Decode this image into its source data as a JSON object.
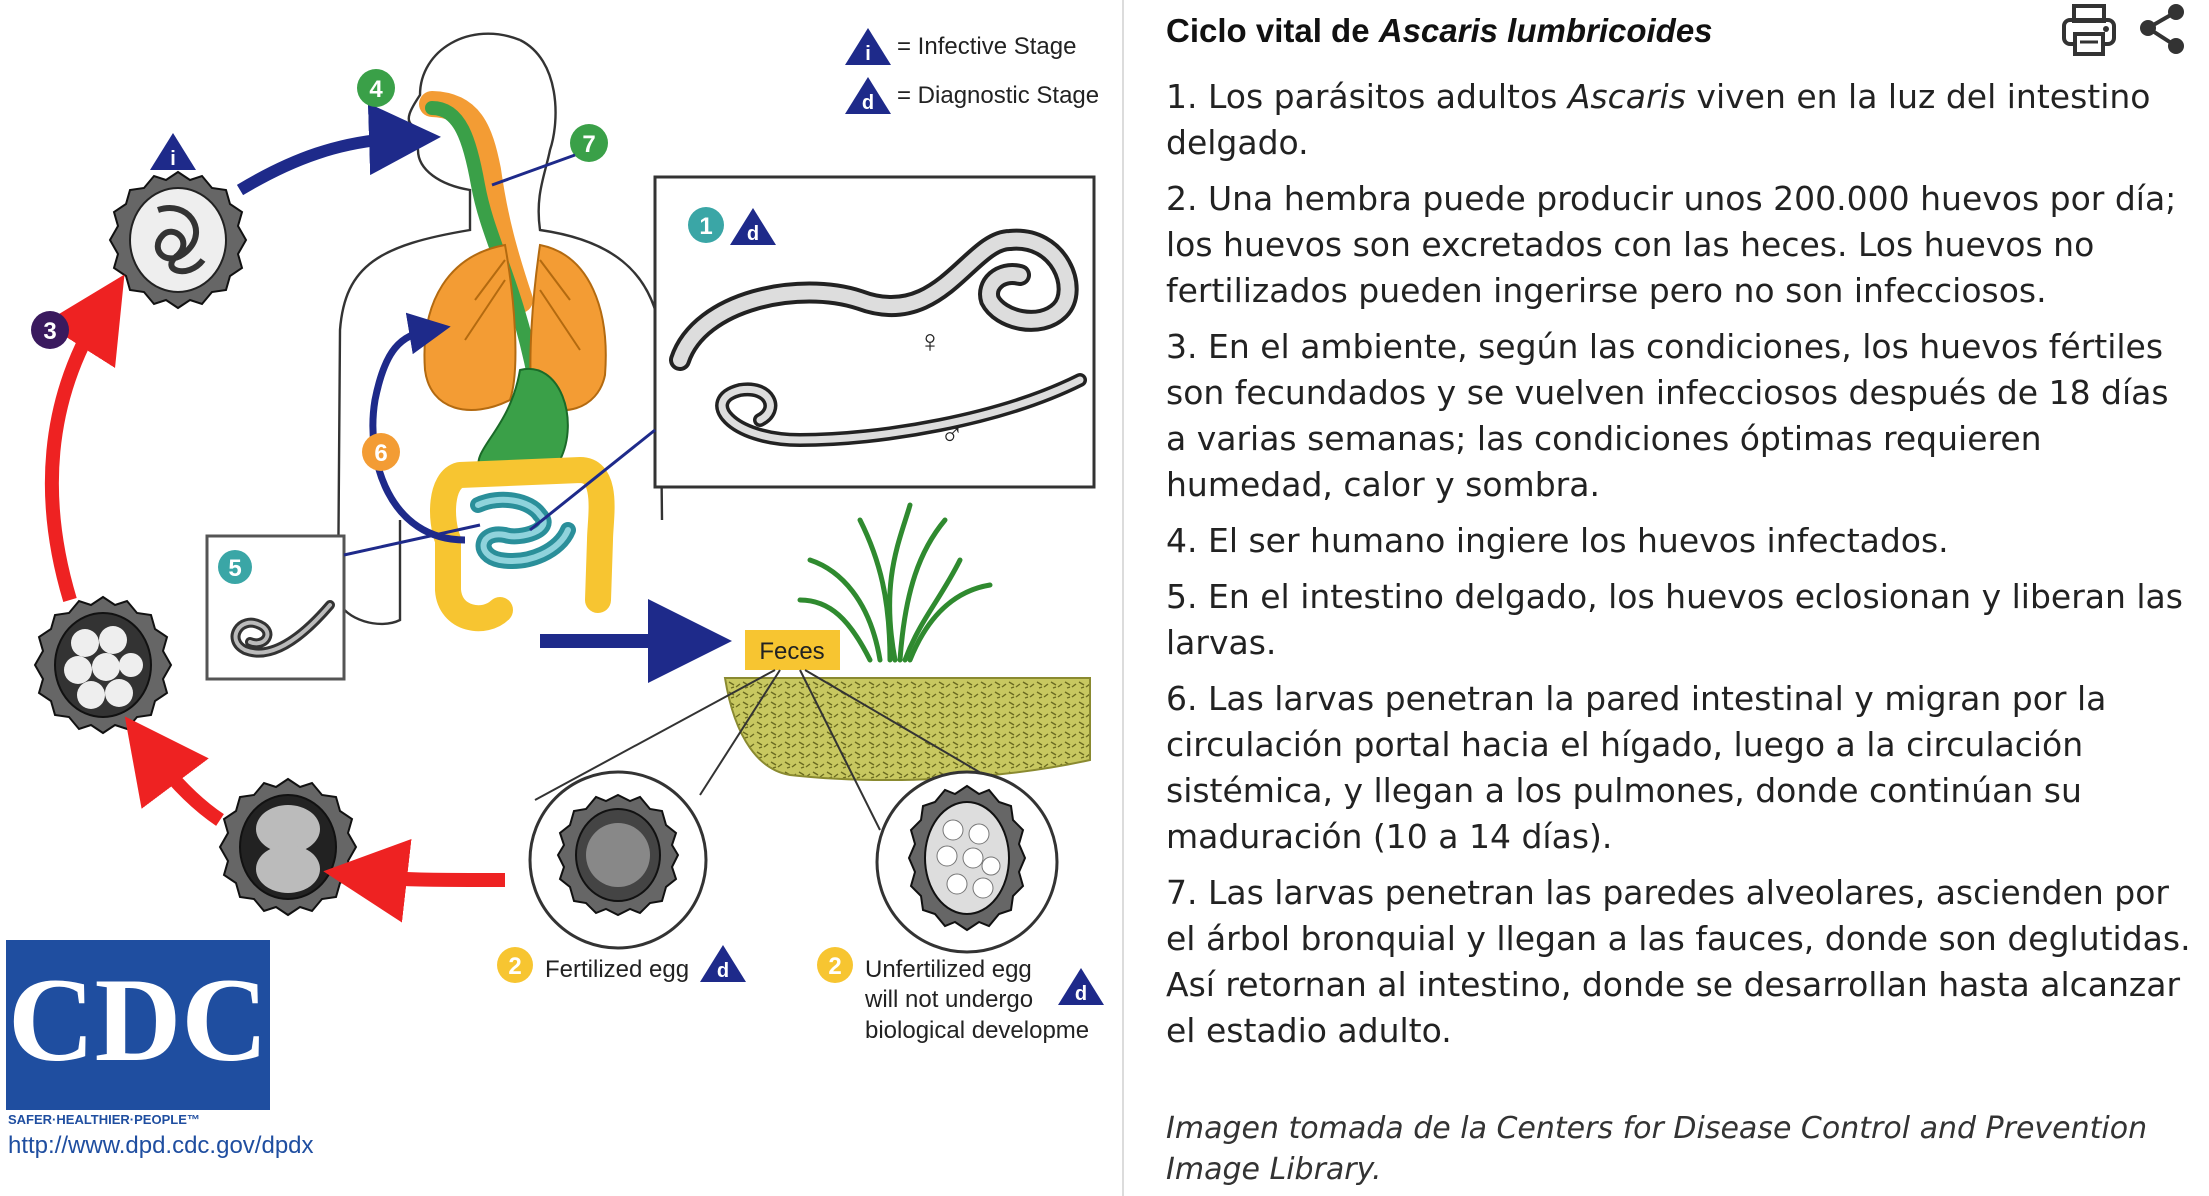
{
  "figure": {
    "legend": {
      "infective_symbol": "i",
      "infective_label": "= Infective Stage",
      "diagnostic_symbol": "d",
      "diagnostic_label": "= Diagnostic Stage"
    },
    "stage_numbers": [
      "1",
      "2",
      "3",
      "4",
      "5",
      "6",
      "7"
    ],
    "labels": {
      "feces": "Feces",
      "fertilized_egg": "Fertilized egg",
      "unfertilized_line1": "Unfertilized egg",
      "unfertilized_line2": "will not undergo",
      "unfertilized_line3": "biological developme",
      "female_symbol": "♀",
      "male_symbol": "♂"
    },
    "logo": {
      "text": "CDC",
      "tagline": "SAFER·HEALTHIER·PEOPLE™",
      "url": "http://www.dpd.cdc.gov/dpdx"
    },
    "colors": {
      "infective_blue": "#1e2a8a",
      "arrow_red": "#ee2222",
      "stage3_purple": "#3a1a5e",
      "stage4_green": "#3aa048",
      "stage6_orange": "#f39c34",
      "stage2_yellow": "#f7c531",
      "stage1_teal": "#3aa6a6"
    }
  },
  "article": {
    "title_prefix": "Ciclo vital de ",
    "title_species": "Ascaris lumbricoides",
    "toolbar": {
      "print_icon": "printer-icon",
      "share_icon": "share-icon"
    },
    "steps": [
      {
        "before": "1. Los parásitos adultos ",
        "italic": "Ascaris",
        "after": " viven en la luz del intestino delgado."
      },
      {
        "before": "2. Una hembra puede producir unos 200.000 huevos por día; los huevos son excretados con las heces. Los huevos no fertilizados pueden ingerirse pero no son infecciosos.",
        "italic": "",
        "after": ""
      },
      {
        "before": "3. En el ambiente, según las condiciones, los huevos fértiles son fecundados y se vuelven infecciosos después de 18 días a varias semanas; las condiciones óptimas requieren humedad, calor y sombra.",
        "italic": "",
        "after": ""
      },
      {
        "before": "4. El ser humano ingiere los huevos infectados.",
        "italic": "",
        "after": ""
      },
      {
        "before": "5. En el intestino delgado, los huevos eclosionan y liberan las larvas.",
        "italic": "",
        "after": ""
      },
      {
        "before": "6. Las larvas penetran la pared intestinal y migran por la circulación portal hacia el hígado, luego a la circulación sistémica, y llegan a los pulmones, donde continúan su maduración (10 a 14 días).",
        "italic": "",
        "after": ""
      },
      {
        "before": "7. Las larvas penetran las paredes alveolares, ascienden por el árbol bronquial y llegan a las fauces, donde son deglutidas. Así retornan al intestino, donde se desarrollan hasta alcanzar el estadio adulto.",
        "italic": "",
        "after": ""
      }
    ],
    "caption": "Imagen tomada de la Centers for Disease Control and Prevention Image Library."
  }
}
